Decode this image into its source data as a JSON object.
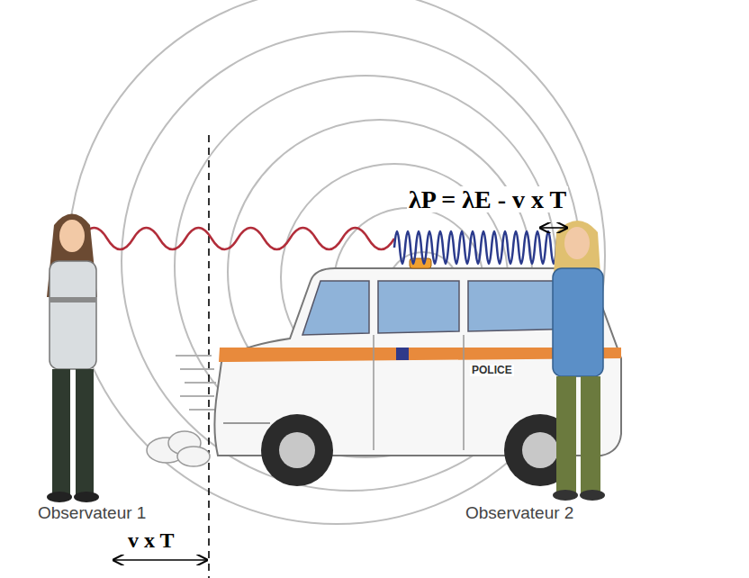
{
  "diagram": {
    "labels": [
      "λP = λE - v x T",
      "POLICE",
      "Observateur 1",
      "Observateur 2",
      "v x T"
    ]
  }
}
